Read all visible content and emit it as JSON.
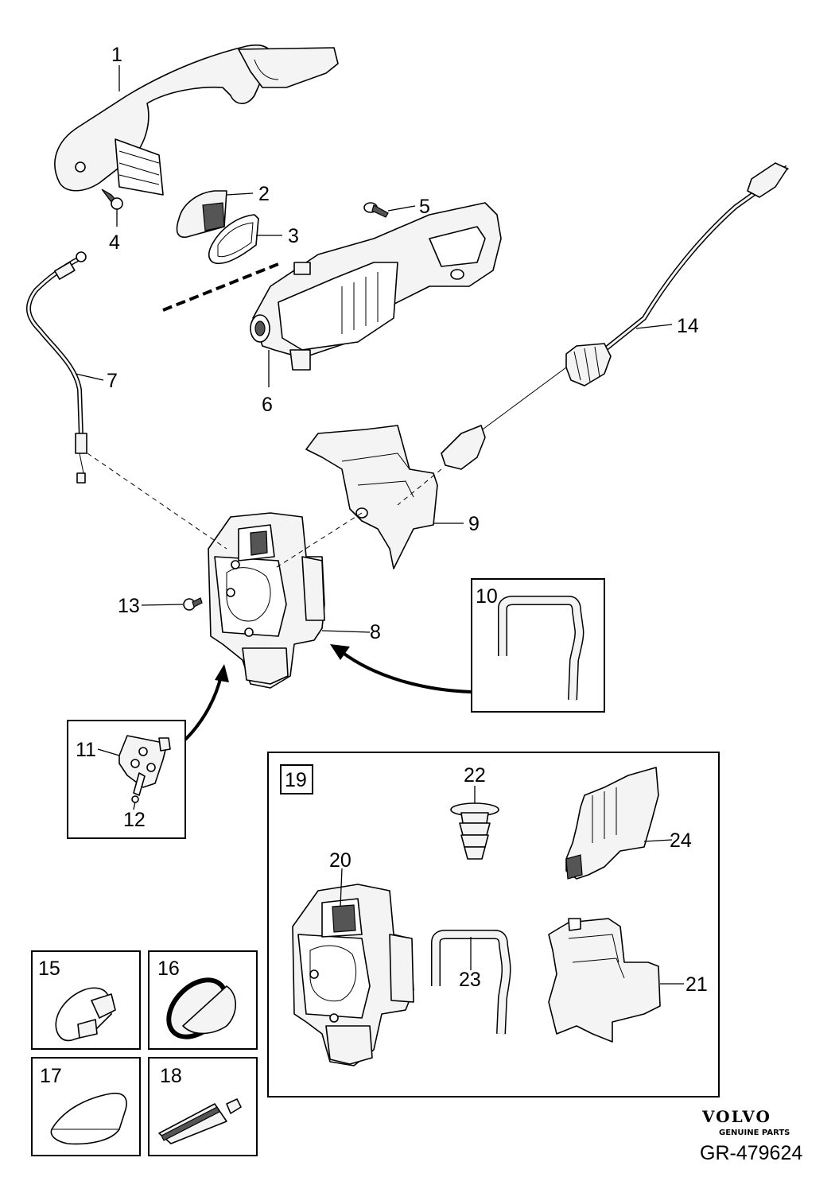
{
  "callouts": {
    "c1": "1",
    "c2": "2",
    "c3": "3",
    "c4": "4",
    "c5": "5",
    "c6": "6",
    "c7": "7",
    "c8": "8",
    "c9": "9",
    "c10": "10",
    "c11": "11",
    "c12": "12",
    "c13": "13",
    "c14": "14",
    "c15": "15",
    "c16": "16",
    "c17": "17",
    "c18": "18",
    "c19": "19",
    "c20": "20",
    "c21": "21",
    "c22": "22",
    "c23": "23",
    "c24": "24"
  },
  "brand": {
    "logo_text": "VOLVO",
    "tagline": "GENUINE PARTS"
  },
  "reference": "GR-479624"
}
